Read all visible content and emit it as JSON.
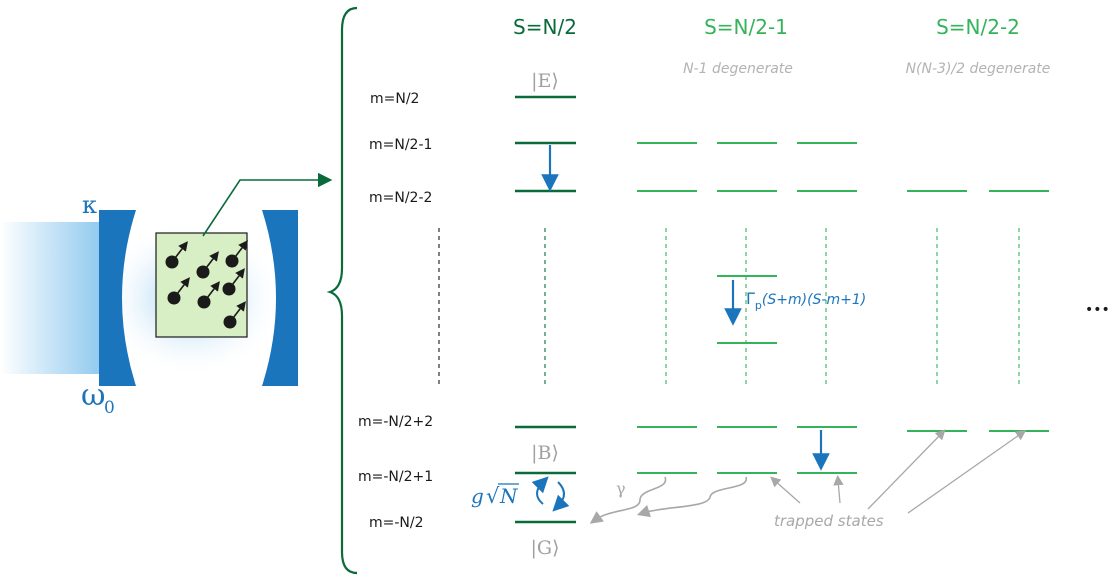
{
  "columns": [
    {
      "header": "S=N/2",
      "subtitle": "",
      "color": "#0a6b3a"
    },
    {
      "header": "S=N/2-1",
      "subtitle": "N-1 degenerate",
      "color": "#35b35a"
    },
    {
      "header": "S=N/2-2",
      "subtitle": "N(N-3)/2 degenerate",
      "color": "#35b35a"
    }
  ],
  "m_labels": [
    "m=N/2",
    "m=N/2-1",
    "m=N/2-2",
    "m=-N/2+2",
    "m=-N/2+1",
    "m=-N/2"
  ],
  "states": {
    "excited": "|E⟩",
    "bright": "|B⟩",
    "ground": "|G⟩"
  },
  "cavity": {
    "kappa": "κ",
    "omega": "ω",
    "omega_sub": "0"
  },
  "coupling": {
    "g": "g",
    "sqrt": "√",
    "n": "N"
  },
  "decay": {
    "gamma": "γ",
    "rate_symbol": "Γ",
    "rate_sub": "p",
    "rate_expr": "(S+m)(S-m+1)"
  },
  "trapped_label": "trapped states",
  "ellipsis": "•••",
  "colors": {
    "dark_green": "#0a6b3a",
    "light_green": "#35b35a",
    "blue": "#1b75bc",
    "grey": "#a8a8a8",
    "box_fill": "#d8eec4"
  }
}
